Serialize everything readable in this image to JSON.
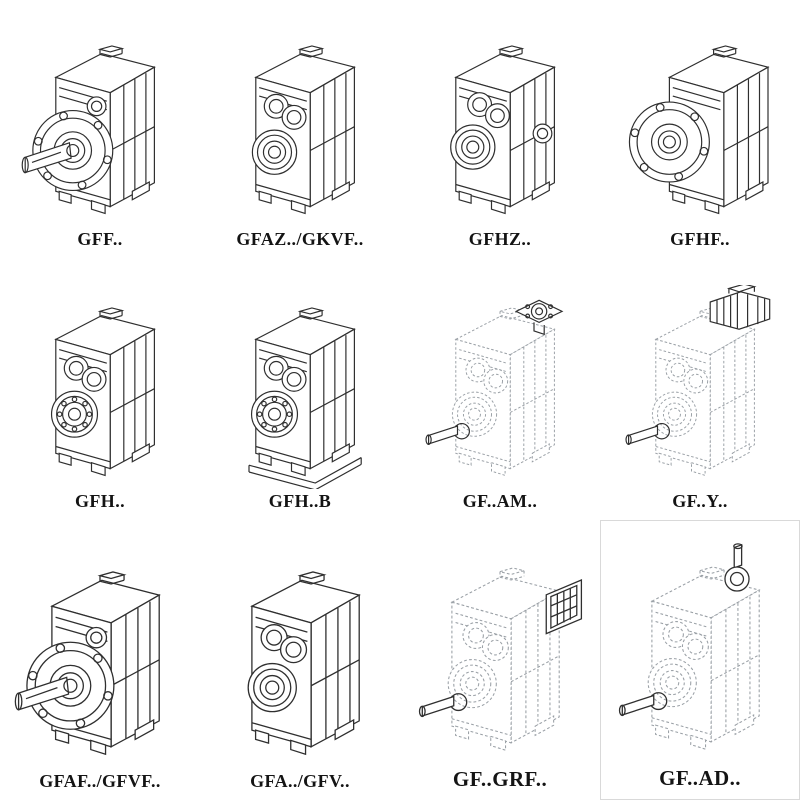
{
  "page": {
    "background": "#ffffff",
    "description_style": "technical line-drawing catalog of parallel-shaft helical gear units"
  },
  "colors": {
    "solid_line": "#2f2f2f",
    "dashed_line": "#9aa0a6",
    "text": "#141414"
  },
  "grid": {
    "columns": 4,
    "rows": 3,
    "items": [
      {
        "label": "GFF..",
        "style": "solid",
        "drawing": "gearbox-flange-output-with-shaft"
      },
      {
        "label": "GFAZ../GKVF..",
        "style": "solid",
        "drawing": "gearbox-hollow-bore"
      },
      {
        "label": "GFHZ..",
        "style": "solid",
        "drawing": "gearbox-hollow-shaft"
      },
      {
        "label": "GFHF..",
        "style": "solid",
        "drawing": "gearbox-flange-hollow"
      },
      {
        "label": "GFH..",
        "style": "solid",
        "drawing": "gearbox-foot-mounted"
      },
      {
        "label": "GFH..B",
        "style": "solid",
        "drawing": "gearbox-foot-mounted-baseplate"
      },
      {
        "label": "GF..AM..",
        "style": "dashed",
        "drawing": "gearbox-iec-adapter-flange"
      },
      {
        "label": "GF..Y..",
        "style": "dashed",
        "drawing": "gearbox-with-motor"
      },
      {
        "label": "GFAF../GFVF..",
        "style": "solid",
        "drawing": "gearbox-flange-output-with-shaft"
      },
      {
        "label": "GFA../GFV..",
        "style": "solid",
        "drawing": "gearbox-hollow-bore"
      },
      {
        "label": "GF..GRF..",
        "style": "dashed",
        "drawing": "gearbox-with-cover"
      },
      {
        "label": "GF..AD..",
        "style": "dashed",
        "drawing": "gearbox-input-shaft-adapter"
      }
    ]
  }
}
